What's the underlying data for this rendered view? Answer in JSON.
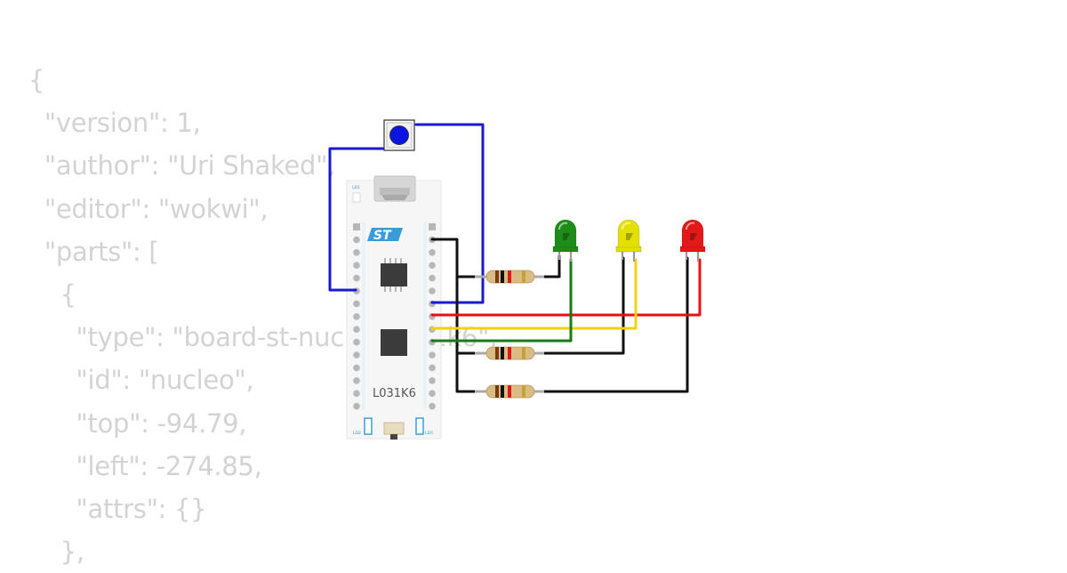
{
  "background_code": {
    "lines": [
      "{",
      "  \"version\": 1,",
      "  \"author\": \"Uri Shaked\",",
      "  \"editor\": \"wokwi\",",
      "  \"parts\": [",
      "    {",
      "      \"type\": \"board-st-nucleo-l031k6\",",
      "      \"id\": \"nucleo\",",
      "      \"top\": -94.79,",
      "      \"left\": -274.85,",
      "      \"attrs\": {}",
      "    },"
    ]
  },
  "board": {
    "logo": "ST",
    "model_label": "L031K6",
    "led_labels": [
      "LD1",
      "LD2",
      "LD3"
    ]
  },
  "leds": [
    {
      "color_name": "green",
      "color": "#1f8c1a"
    },
    {
      "color_name": "yellow",
      "color": "#e3e000"
    },
    {
      "color_name": "red",
      "color": "#e31818"
    }
  ],
  "wire_colors": {
    "button": "#1a1acc",
    "ground": "#111111",
    "red": "#e61010",
    "yellow": "#f2d20f",
    "green": "#1a7a1a"
  },
  "button": {
    "cap_color": "#0b15e0"
  }
}
